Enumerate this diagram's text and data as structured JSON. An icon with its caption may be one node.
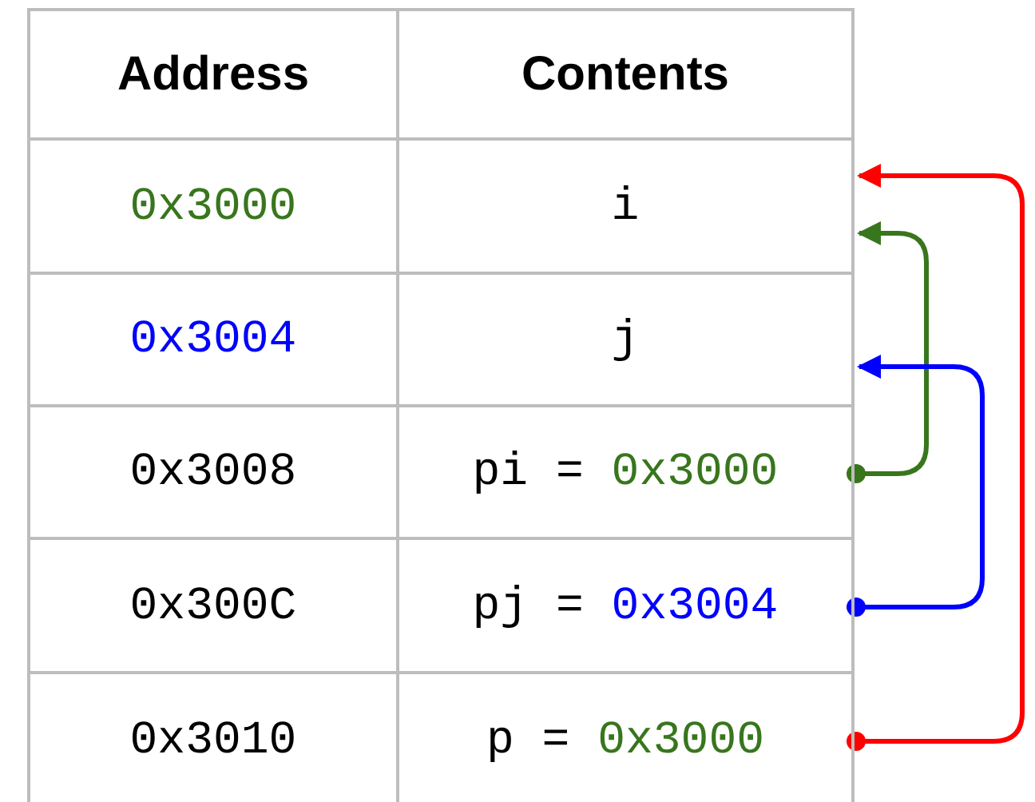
{
  "diagram": {
    "nodes": [
      {
        "text": [
          "Address"
        ]
      },
      {
        "text": [
          "Contents"
        ]
      },
      {
        "text": [
          "0x3000"
        ]
      },
      {
        "text": [
          "i"
        ]
      },
      {
        "text": [
          "0x3004"
        ]
      },
      {
        "text": [
          "j"
        ]
      },
      {
        "text": [
          "0x3008"
        ]
      },
      {
        "text": [
          "pi = 0x3000"
        ]
      },
      {
        "text": [
          "0x300C"
        ]
      },
      {
        "text": [
          "pj = 0x3004"
        ]
      },
      {
        "text": [
          "0x3010"
        ]
      },
      {
        "text": [
          "p = 0x3000"
        ]
      }
    ],
    "edges": [
      {
        "from": 7,
        "to": 3,
        "arrow": "to",
        "color": "#38761d"
      },
      {
        "from": 9,
        "to": 5,
        "arrow": "to",
        "color": "#0000ff"
      },
      {
        "from": 11,
        "to": 3,
        "arrow": "to",
        "color": "#ff0000"
      }
    ]
  }
}
